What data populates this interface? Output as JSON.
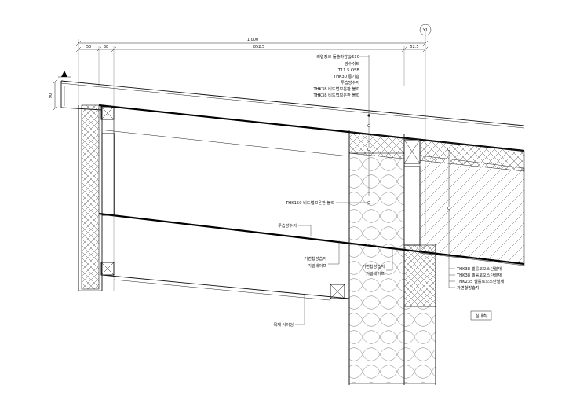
{
  "dimensions": {
    "total": "1,000",
    "d1": "50",
    "d2": "38",
    "d3": "852.5",
    "d4": "52.5",
    "height": "90"
  },
  "grid_marker": "Y1",
  "layer_labels": [
    "리얼징크 들솔마감@530",
    "방수쉬트",
    "T11.5 OSB",
    "THK30 통기층",
    "투습방수지",
    "THK38 비드법보온판 블럭",
    "THK38 비드법보온판 블럭"
  ],
  "callouts": {
    "insulation": "THK150 비드법보온판 블럭",
    "membrane": "투습방수지",
    "vapor_left": "기변형방습지",
    "tape_left": "기밀테이프",
    "vapor_right": "기변형방습지",
    "tape_right": "기밀테이프",
    "wood_siding": "목재 사이딩"
  },
  "wall_labels": [
    "THK38 셀룰로오스단열재",
    "THK38 셀룰로오스단열재",
    "THK235 셀룰로오스단열재",
    "가변형방습지"
  ],
  "room_label": "실내측"
}
